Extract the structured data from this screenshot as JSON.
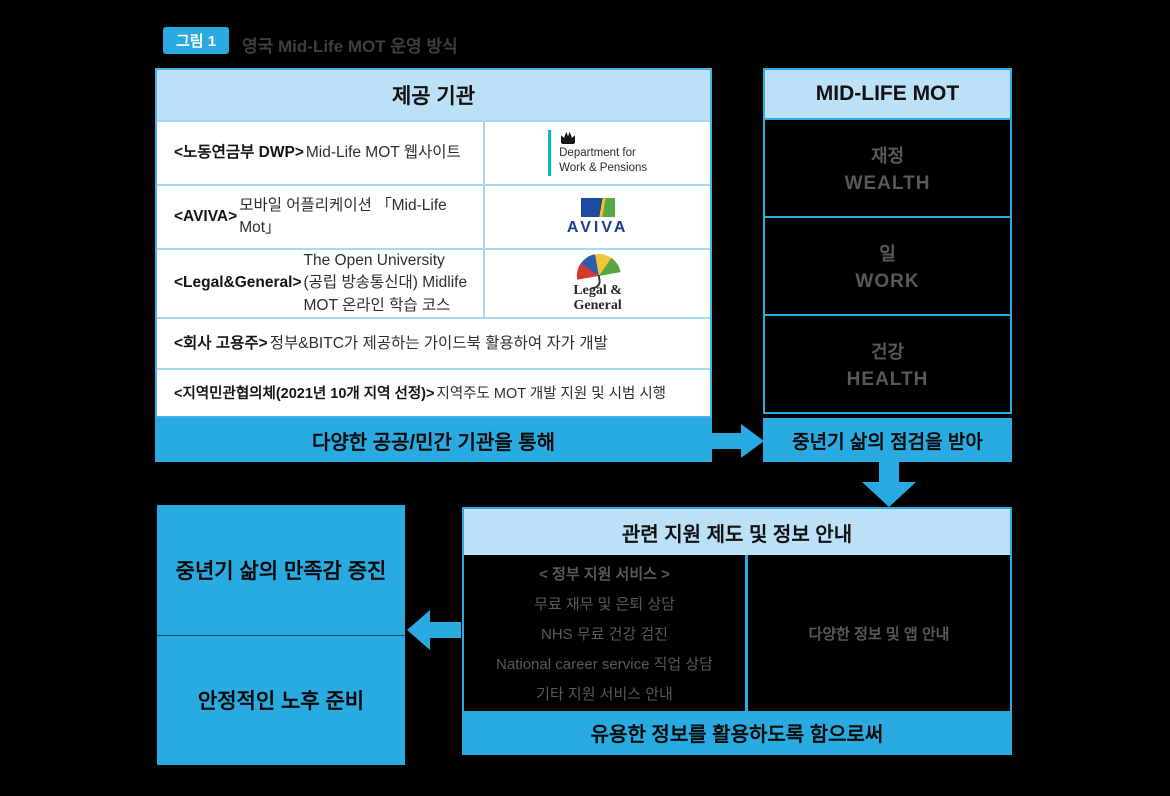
{
  "figure": {
    "badge": "그림 1",
    "title": "영국 Mid-Life MOT 운영 방식"
  },
  "provider_table": {
    "header": "제공 기관",
    "rows": [
      {
        "bold": "<노동연금부 DWP>",
        "text": " Mid-Life MOT 웹사이트",
        "logo": "dwp",
        "logo_text": "Department for\nWork & Pensions"
      },
      {
        "bold": "<AVIVA>",
        "text": " 모바일 어플리케이션 「Mid-Life Mot」",
        "logo": "aviva",
        "logo_text": "AVIVA"
      },
      {
        "bold": "<Legal&General>",
        "text": " The Open University\n(공립 방송통신대) Midlife MOT 온라인 학습 코스",
        "logo": "legal-general",
        "logo_text": "Legal &\nGeneral"
      },
      {
        "bold": "<회사 고용주>",
        "text": " 정부&BITC가 제공하는 가이드북 활용하여 자가 개발"
      },
      {
        "bold": "<지역민관협의체(2021년 10개 지역 선정)>",
        "text": " 지역주도 MOT 개발 지원 및 시범 시행"
      }
    ],
    "footer": "다양한 공공/민간 기관을 통해"
  },
  "mot_panel": {
    "header": "MID-LIFE MOT",
    "items": [
      {
        "ko": "재정",
        "en": "WEALTH"
      },
      {
        "ko": "일",
        "en": "WORK"
      },
      {
        "ko": "건강",
        "en": "HEALTH"
      }
    ],
    "footer": "중년기 삶의 점검을 받아"
  },
  "info_panel": {
    "header": "관련 지원 제도 및 정보 안내",
    "left_box": {
      "title": "< 정부 지원 서비스 >",
      "lines": [
        "무료 재무 및 은퇴 상담",
        "NHS 무료 건강 검진",
        "National career service 직업 상담",
        "기타 지원 서비스 안내"
      ]
    },
    "right_box": "다양한 정보 및 앱 안내",
    "footer": "유용한 정보를 활용하도록 함으로써"
  },
  "outcome_box": {
    "top": "중년기 삶의 만족감 증진",
    "bottom": "안정적인 노후 준비"
  },
  "icons": {
    "dwp_crest": "royal-crown",
    "aviva_flag": "two-tone-flag",
    "legal_general_umbrella": "multicolor-umbrella",
    "arrow_right": "→",
    "arrow_down": "↓",
    "arrow_left": "←"
  },
  "colors": {
    "accent_blue": "#29ABE2",
    "header_light_blue": "#BCE0F5",
    "black_box": "#000000",
    "gray_box_text": "#58595B",
    "table_border": "#45B1E6",
    "row_divider": "#A9D9F2",
    "page_background": "#000000",
    "dwp_teal": "#00BEB3",
    "aviva_navy": "#16418f",
    "lg_ink": "#26282a"
  }
}
